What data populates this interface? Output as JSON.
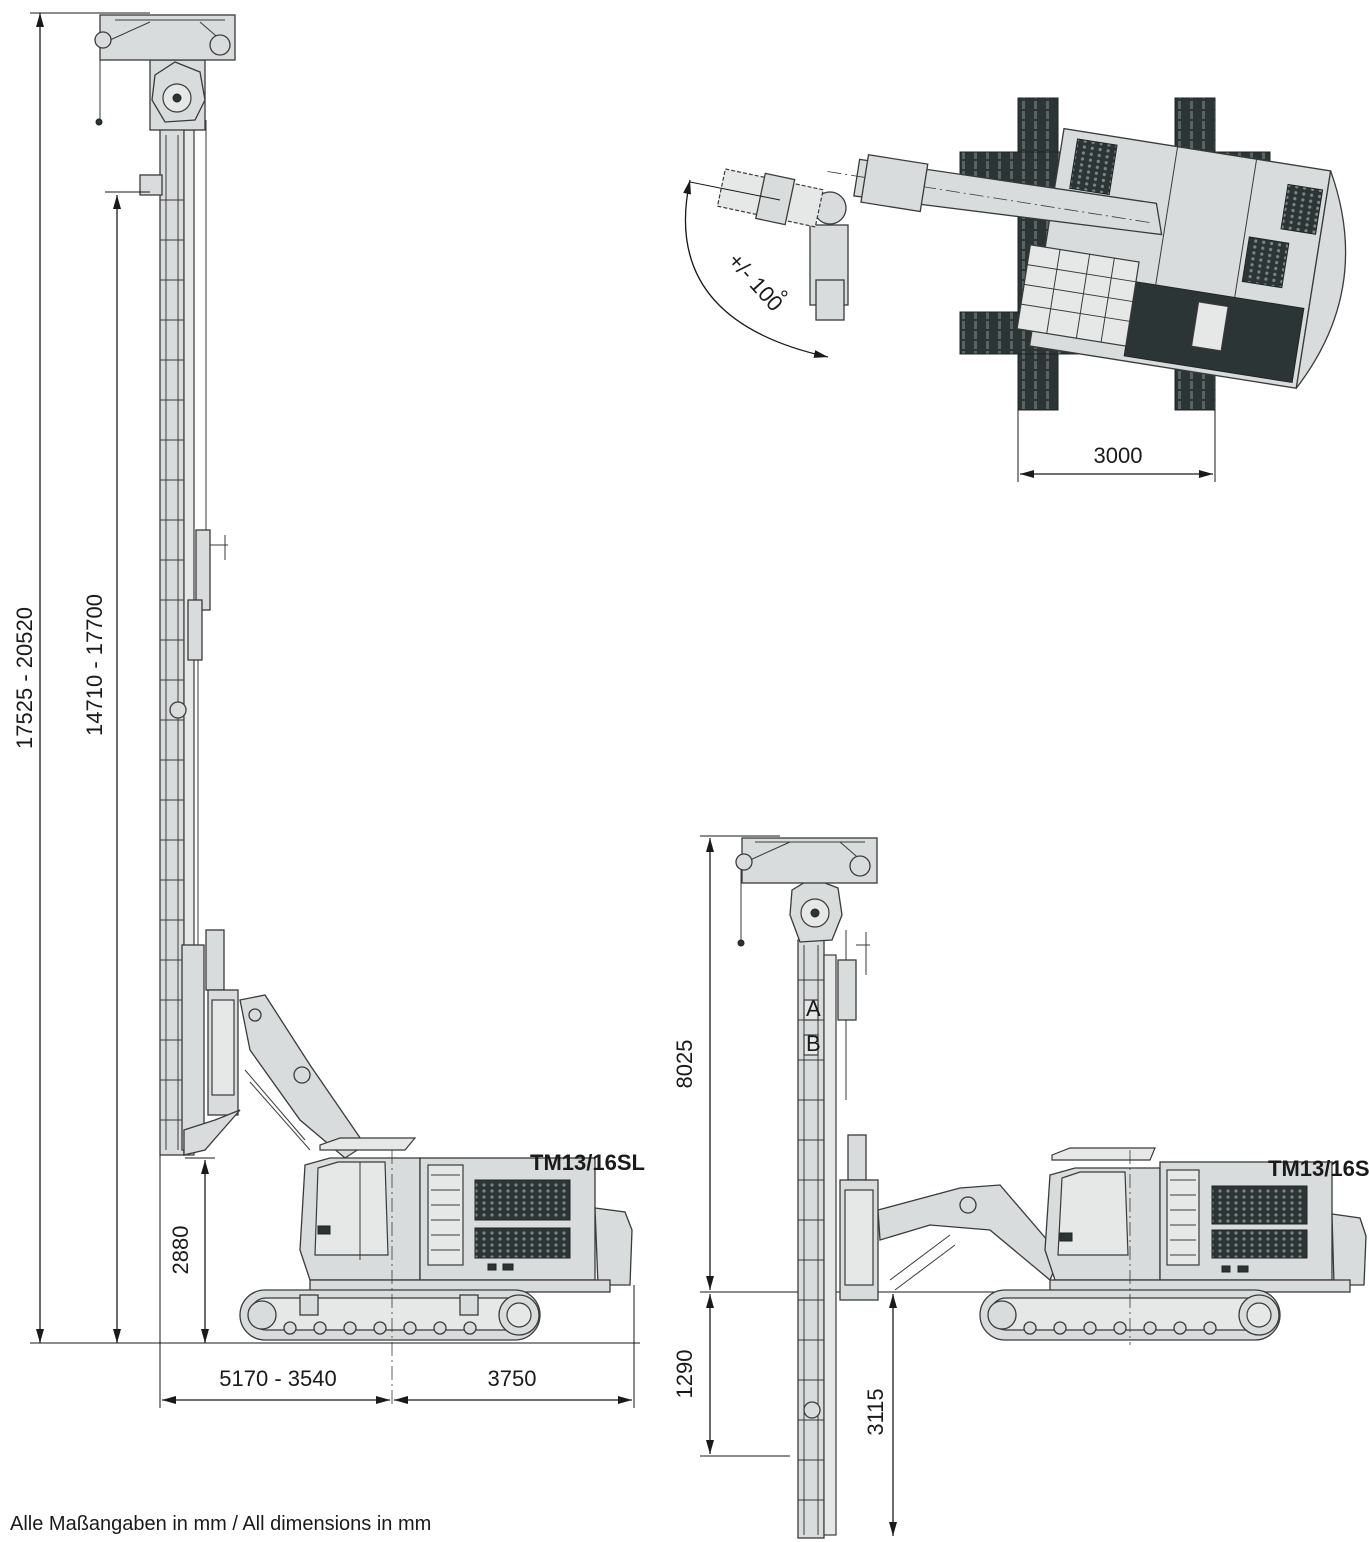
{
  "dimensions": {
    "total_height": "17525 - 20520",
    "mast_height": "14710 - 17700",
    "mast_foot_clearance": "2880",
    "front_reach": "5170 - 3540",
    "rear_length": "3750",
    "track_gauge": "3000",
    "slew_angle": "+/- 100",
    "transport_mast_height": "8025",
    "below_ground_1": "1290",
    "below_ground_2": "3115"
  },
  "labels": {
    "model_plate": "TM13/16SL",
    "mast_letter_a": "A",
    "mast_letter_b": "B"
  },
  "footnote": "Alle Maßangaben in mm / All dimensions in mm",
  "colors": {
    "machine_fill": "#d9dcdc",
    "dark_panel": "#2c3535",
    "line": "#1a1a1a"
  }
}
